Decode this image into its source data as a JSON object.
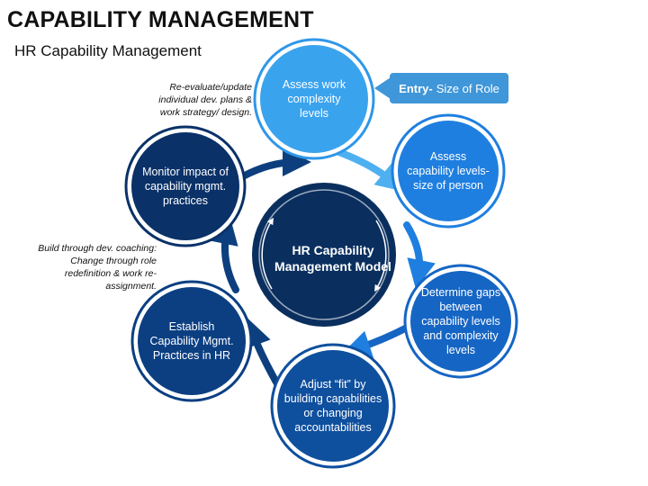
{
  "header": {
    "title": "CAPABILITY MANAGEMENT",
    "subtitle": "HR Capability Management"
  },
  "center": {
    "label": "HR Capability Management Model"
  },
  "steps": [
    {
      "label": "Assess work complexity levels",
      "color": "#3aa3ee"
    },
    {
      "label": "Assess capability levels- size of person",
      "color": "#1f7fe0"
    },
    {
      "label": "Determine gaps between capability levels and complexity levels",
      "color": "#1565c4"
    },
    {
      "label": "Adjust “fit” by building capabilities or changing accountabilities",
      "color": "#0e4f9e"
    },
    {
      "label": "Establish Capability Mgmt. Practices in HR",
      "color": "#0b3f82"
    },
    {
      "label": "Monitor impact of capability mgmt. practices",
      "color": "#0a3168"
    }
  ],
  "entry": {
    "strong": "Entry-",
    "text": "Size of Role",
    "color": "#3f96d8"
  },
  "notes": {
    "top": "Re-evaluate/update individual dev. plans & work strategy/ design.",
    "left": "Build through dev. coaching: Change through role redefinition & work re-assignment."
  },
  "colors": {
    "center_fill": "#0a2f5f",
    "arrow_light": "#4fb0f0",
    "arrow_dark": "#0d3f7e"
  }
}
